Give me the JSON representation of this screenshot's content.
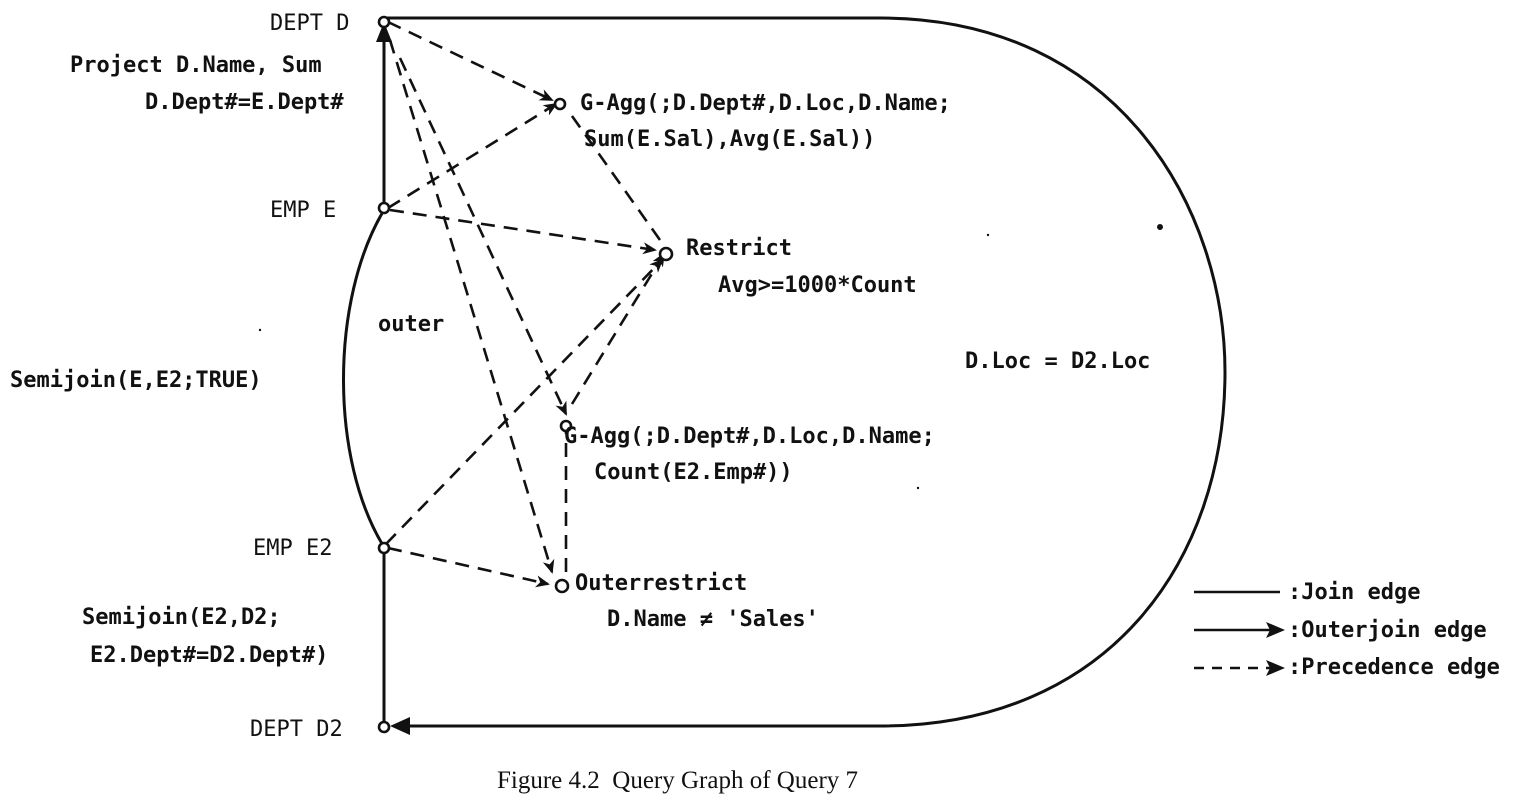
{
  "nodes": {
    "dept_d": "DEPT D",
    "emp_e": "EMP E",
    "emp_e2": "EMP E2",
    "dept_d2": "DEPT D2"
  },
  "operators": {
    "gagg1": {
      "line1": "G-Agg(;D.Dept#,D.Loc,D.Name;",
      "line2": "Sum(E.Sal),Avg(E.Sal))"
    },
    "restrict": {
      "line1": "Restrict",
      "line2": "Avg>=1000*Count"
    },
    "gagg2": {
      "line1": "G-Agg(;D.Dept#,D.Loc,D.Name;",
      "line2": "Count(E2.Emp#))"
    },
    "outerrestrict": {
      "line1": "Outerrestrict",
      "line2": "D.Name ≠ 'Sales'"
    }
  },
  "edge_labels": {
    "project_line1": "Project D.Name, Sum",
    "project_line2": "D.Dept#=E.Dept#",
    "outer": "outer",
    "semijoin_e_e2": "Semijoin(E,E2;TRUE)",
    "semijoin_e2_d2_line1": "Semijoin(E2,D2;",
    "semijoin_e2_d2_line2": "E2.Dept#=D2.Dept#)",
    "loc_join": "D.Loc = D2.Loc"
  },
  "legend": {
    "join": ":Join edge",
    "outerjoin": ":Outerjoin edge",
    "precedence": ":Precedence edge"
  },
  "caption": "Figure 4.2  Query Graph of Query 7"
}
